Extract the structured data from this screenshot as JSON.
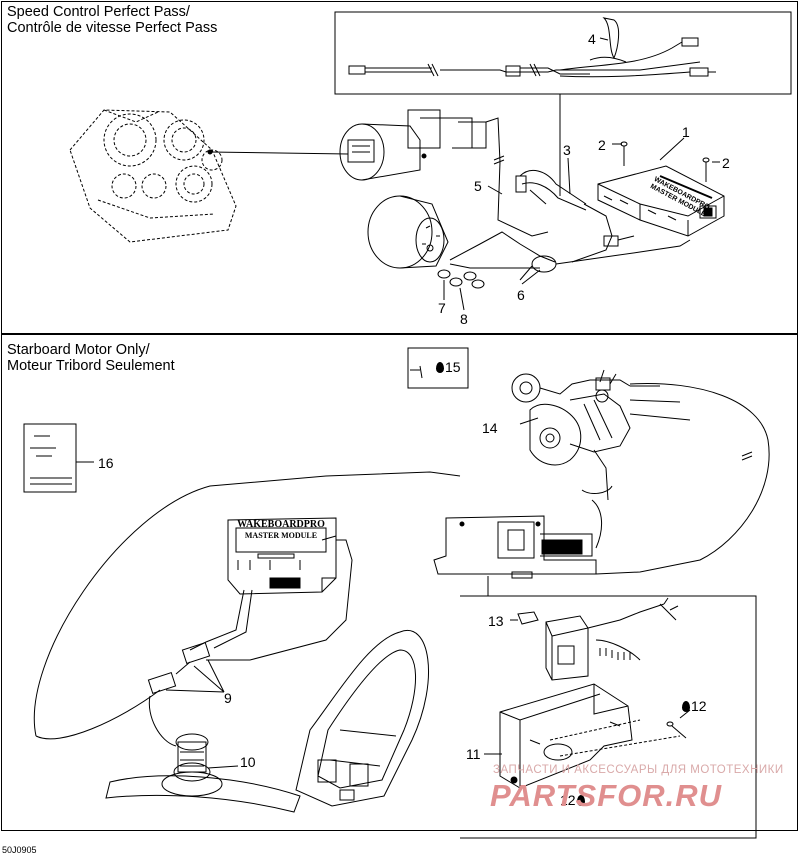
{
  "sections": {
    "top_title_line1": "Speed Control Perfect Pass/",
    "top_title_line2": "Contrôle de vitesse Perfect Pass",
    "bottom_title_line1": "Starboard Motor Only/",
    "bottom_title_line2": "Moteur Tribord Seulement"
  },
  "callouts": {
    "c1": "1",
    "c2a": "2",
    "c2b": "2",
    "c3": "3",
    "c4": "4",
    "c5": "5",
    "c6": "6",
    "c7": "7",
    "c8": "8",
    "c9": "9",
    "c10": "10",
    "c11": "11",
    "c12": "12",
    "c12b": "12",
    "c13": "13",
    "c14": "14",
    "c15": "15",
    "c16": "16"
  },
  "module_label": {
    "line1": "WAKEBOARDPRO",
    "line2": "MASTER MODULE"
  },
  "drawing_code": "50J0905",
  "watermark": {
    "line": "ЗАПЧАСТИ И АКСЕССУАРЫ ДЛЯ МОТОТЕХНИКИ",
    "logo": "PARTSFOR.RU"
  },
  "icons": [
    "screw-icon",
    "drop-icon"
  ]
}
